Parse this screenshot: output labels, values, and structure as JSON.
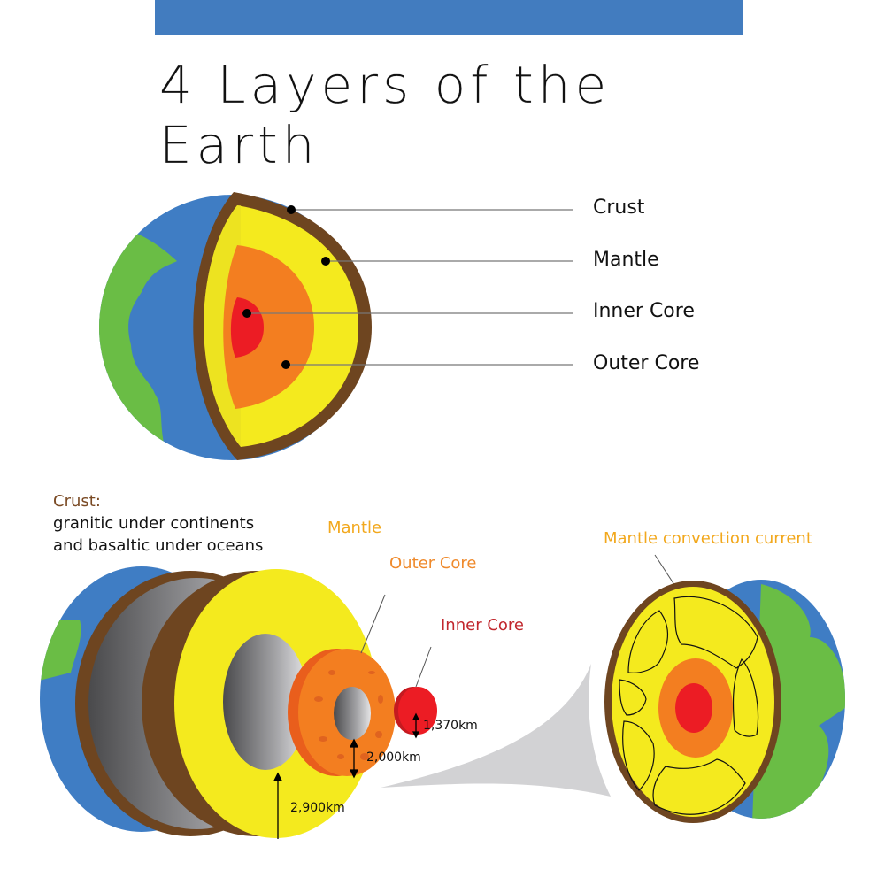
{
  "header": {
    "bar_color": "#427cbf",
    "title": "4 Layers of the Earth"
  },
  "top_diagram": {
    "labels": [
      {
        "id": "crust",
        "text": "Crust"
      },
      {
        "id": "mantle",
        "text": "Mantle"
      },
      {
        "id": "inner_core",
        "text": "Inner Core"
      },
      {
        "id": "outer_core",
        "text": "Outer Core"
      }
    ]
  },
  "bottom_diagram": {
    "crust_heading": "Crust:",
    "crust_desc_line1": "granitic under continents",
    "crust_desc_line2": "and basaltic under oceans",
    "mantle_label": "Mantle",
    "outer_core_label": "Outer Core",
    "inner_core_label": "Inner Core",
    "convection_label": "Mantle convection current",
    "dimensions": {
      "inner_core": "1,370km",
      "outer_core": "2,000km",
      "mantle": "2,900km"
    }
  },
  "colors": {
    "ocean": "#3f7dc4",
    "land": "#6abd45",
    "crust": "#6e4520",
    "mantle": "#f4ea1e",
    "outer_core": "#f37e20",
    "inner_core": "#ec1c24",
    "crust_label": "#7a4a24",
    "mantle_label": "#f2a81d",
    "outer_core_label": "#ef8a2c",
    "inner_core_label": "#c1272d"
  }
}
